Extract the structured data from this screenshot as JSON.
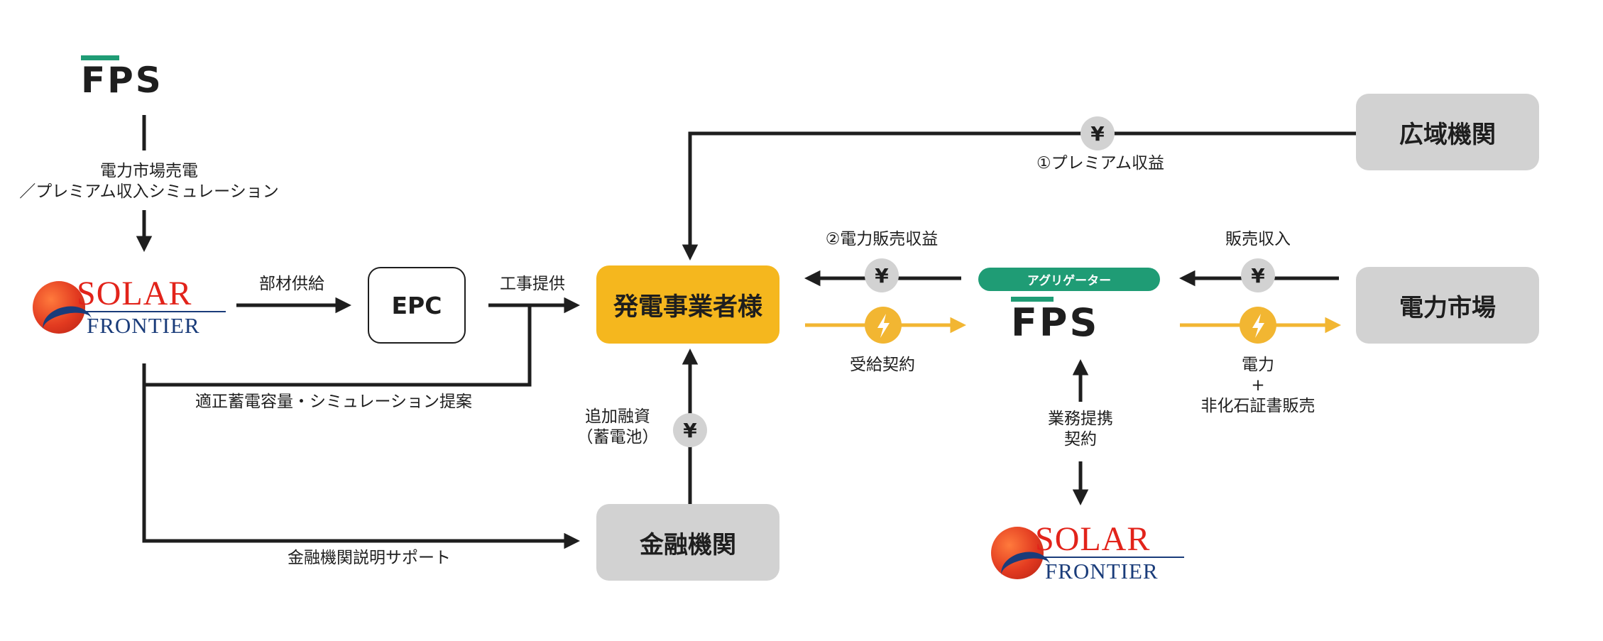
{
  "logos": {
    "fps_top": "FPS",
    "fps_center": "FPS",
    "solar_frontier_left": {
      "line1": "SOLAR",
      "line2": "FRONTIER"
    },
    "solar_frontier_bottom": {
      "line1": "SOLAR",
      "line2": "FRONTIER"
    },
    "aggregator_badge": "アグリゲーター"
  },
  "nodes": {
    "epc": "EPC",
    "power_producer": "発電事業者様",
    "regional_org": "広域機関",
    "power_market": "電力市場",
    "financial_institution": "金融機関"
  },
  "labels": {
    "simulation_line1": "電力市場売電",
    "simulation_line2": "／プレミアム収入シミュレーション",
    "material_supply": "部材供給",
    "construction": "工事提供",
    "capacity_proposal": "適正蓄電容量・シミュレーション提案",
    "financing_support": "金融機関説明サポート",
    "premium_revenue": "①プレミアム収益",
    "power_sales_revenue": "②電力販売収益",
    "supply_contract": "受給契約",
    "sales_income": "販売収入",
    "power_line1": "電力",
    "power_plus": "+",
    "power_line2": "非化石証書販売",
    "business_alliance_line1": "業務提携",
    "business_alliance_line2": "契約",
    "additional_finance_line1": "追加融資",
    "additional_finance_line2": "（蓄電池）"
  },
  "icons": {
    "yen": "¥",
    "lightning": "lightning-icon"
  },
  "colors": {
    "line": "#1e1e1e",
    "accent_green": "#1f9c75",
    "orange_box": "#f5b71e",
    "gray_box": "#d2d2d2",
    "yen_circle": "#d2d2d2",
    "power_arrow": "#f2b632",
    "solar_red": "#e2231a",
    "frontier_blue": "#1a3c7a"
  }
}
